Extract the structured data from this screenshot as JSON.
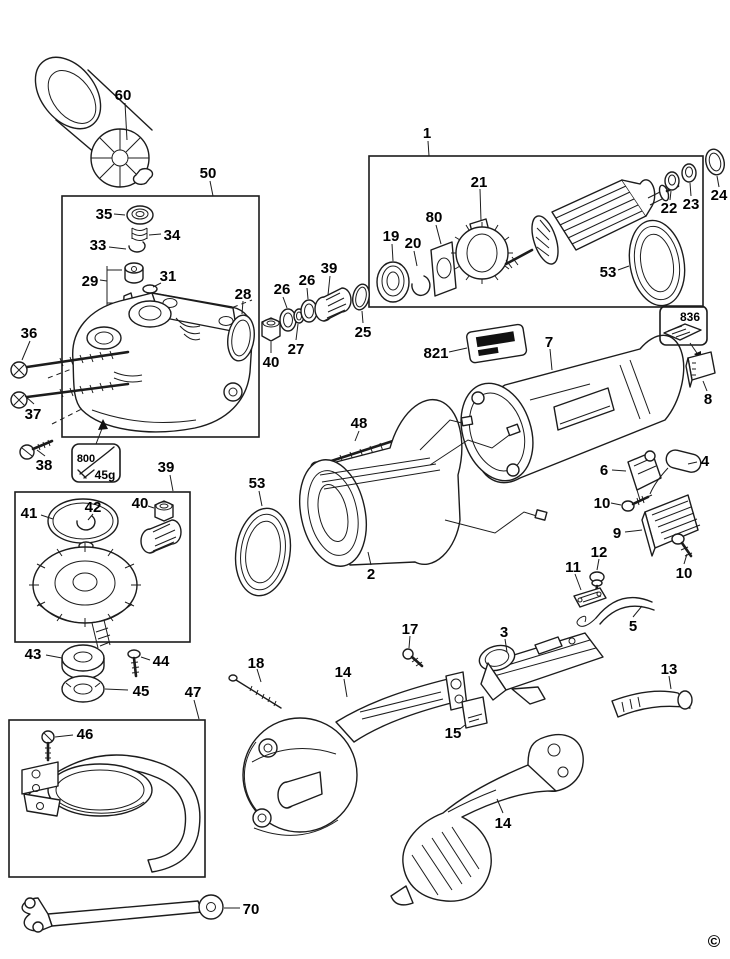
{
  "diagram": {
    "copyright": "©",
    "labels": {
      "p1": "1",
      "p2": "2",
      "p3": "3",
      "p4": "4",
      "p5": "5",
      "p6": "6",
      "p7": "7",
      "p8": "8",
      "p9": "9",
      "p10a": "10",
      "p10b": "10",
      "p11": "11",
      "p12": "12",
      "p13": "13",
      "p14a": "14",
      "p14b": "14",
      "p15": "15",
      "p17": "17",
      "p18": "18",
      "p19": "19",
      "p20": "20",
      "p21": "21",
      "p22": "22",
      "p23": "23",
      "p24": "24",
      "p25": "25",
      "p26a": "26",
      "p26b": "26",
      "p27": "27",
      "p28": "28",
      "p29": "29",
      "p31": "31",
      "p33": "33",
      "p34": "34",
      "p35": "35",
      "p36": "36",
      "p37": "37",
      "p38": "38",
      "p39a": "39",
      "p39b": "39",
      "p40a": "40",
      "p40b": "40",
      "p41": "41",
      "p42": "42",
      "p43": "43",
      "p44": "44",
      "p45": "45",
      "p46": "46",
      "p47": "47",
      "p48": "48",
      "p50": "50",
      "p53a": "53",
      "p53b": "53",
      "p60": "60",
      "p70": "70",
      "p80": "80",
      "p800": "800",
      "p800_qty": "45g",
      "p821": "821",
      "p836": "836"
    }
  }
}
